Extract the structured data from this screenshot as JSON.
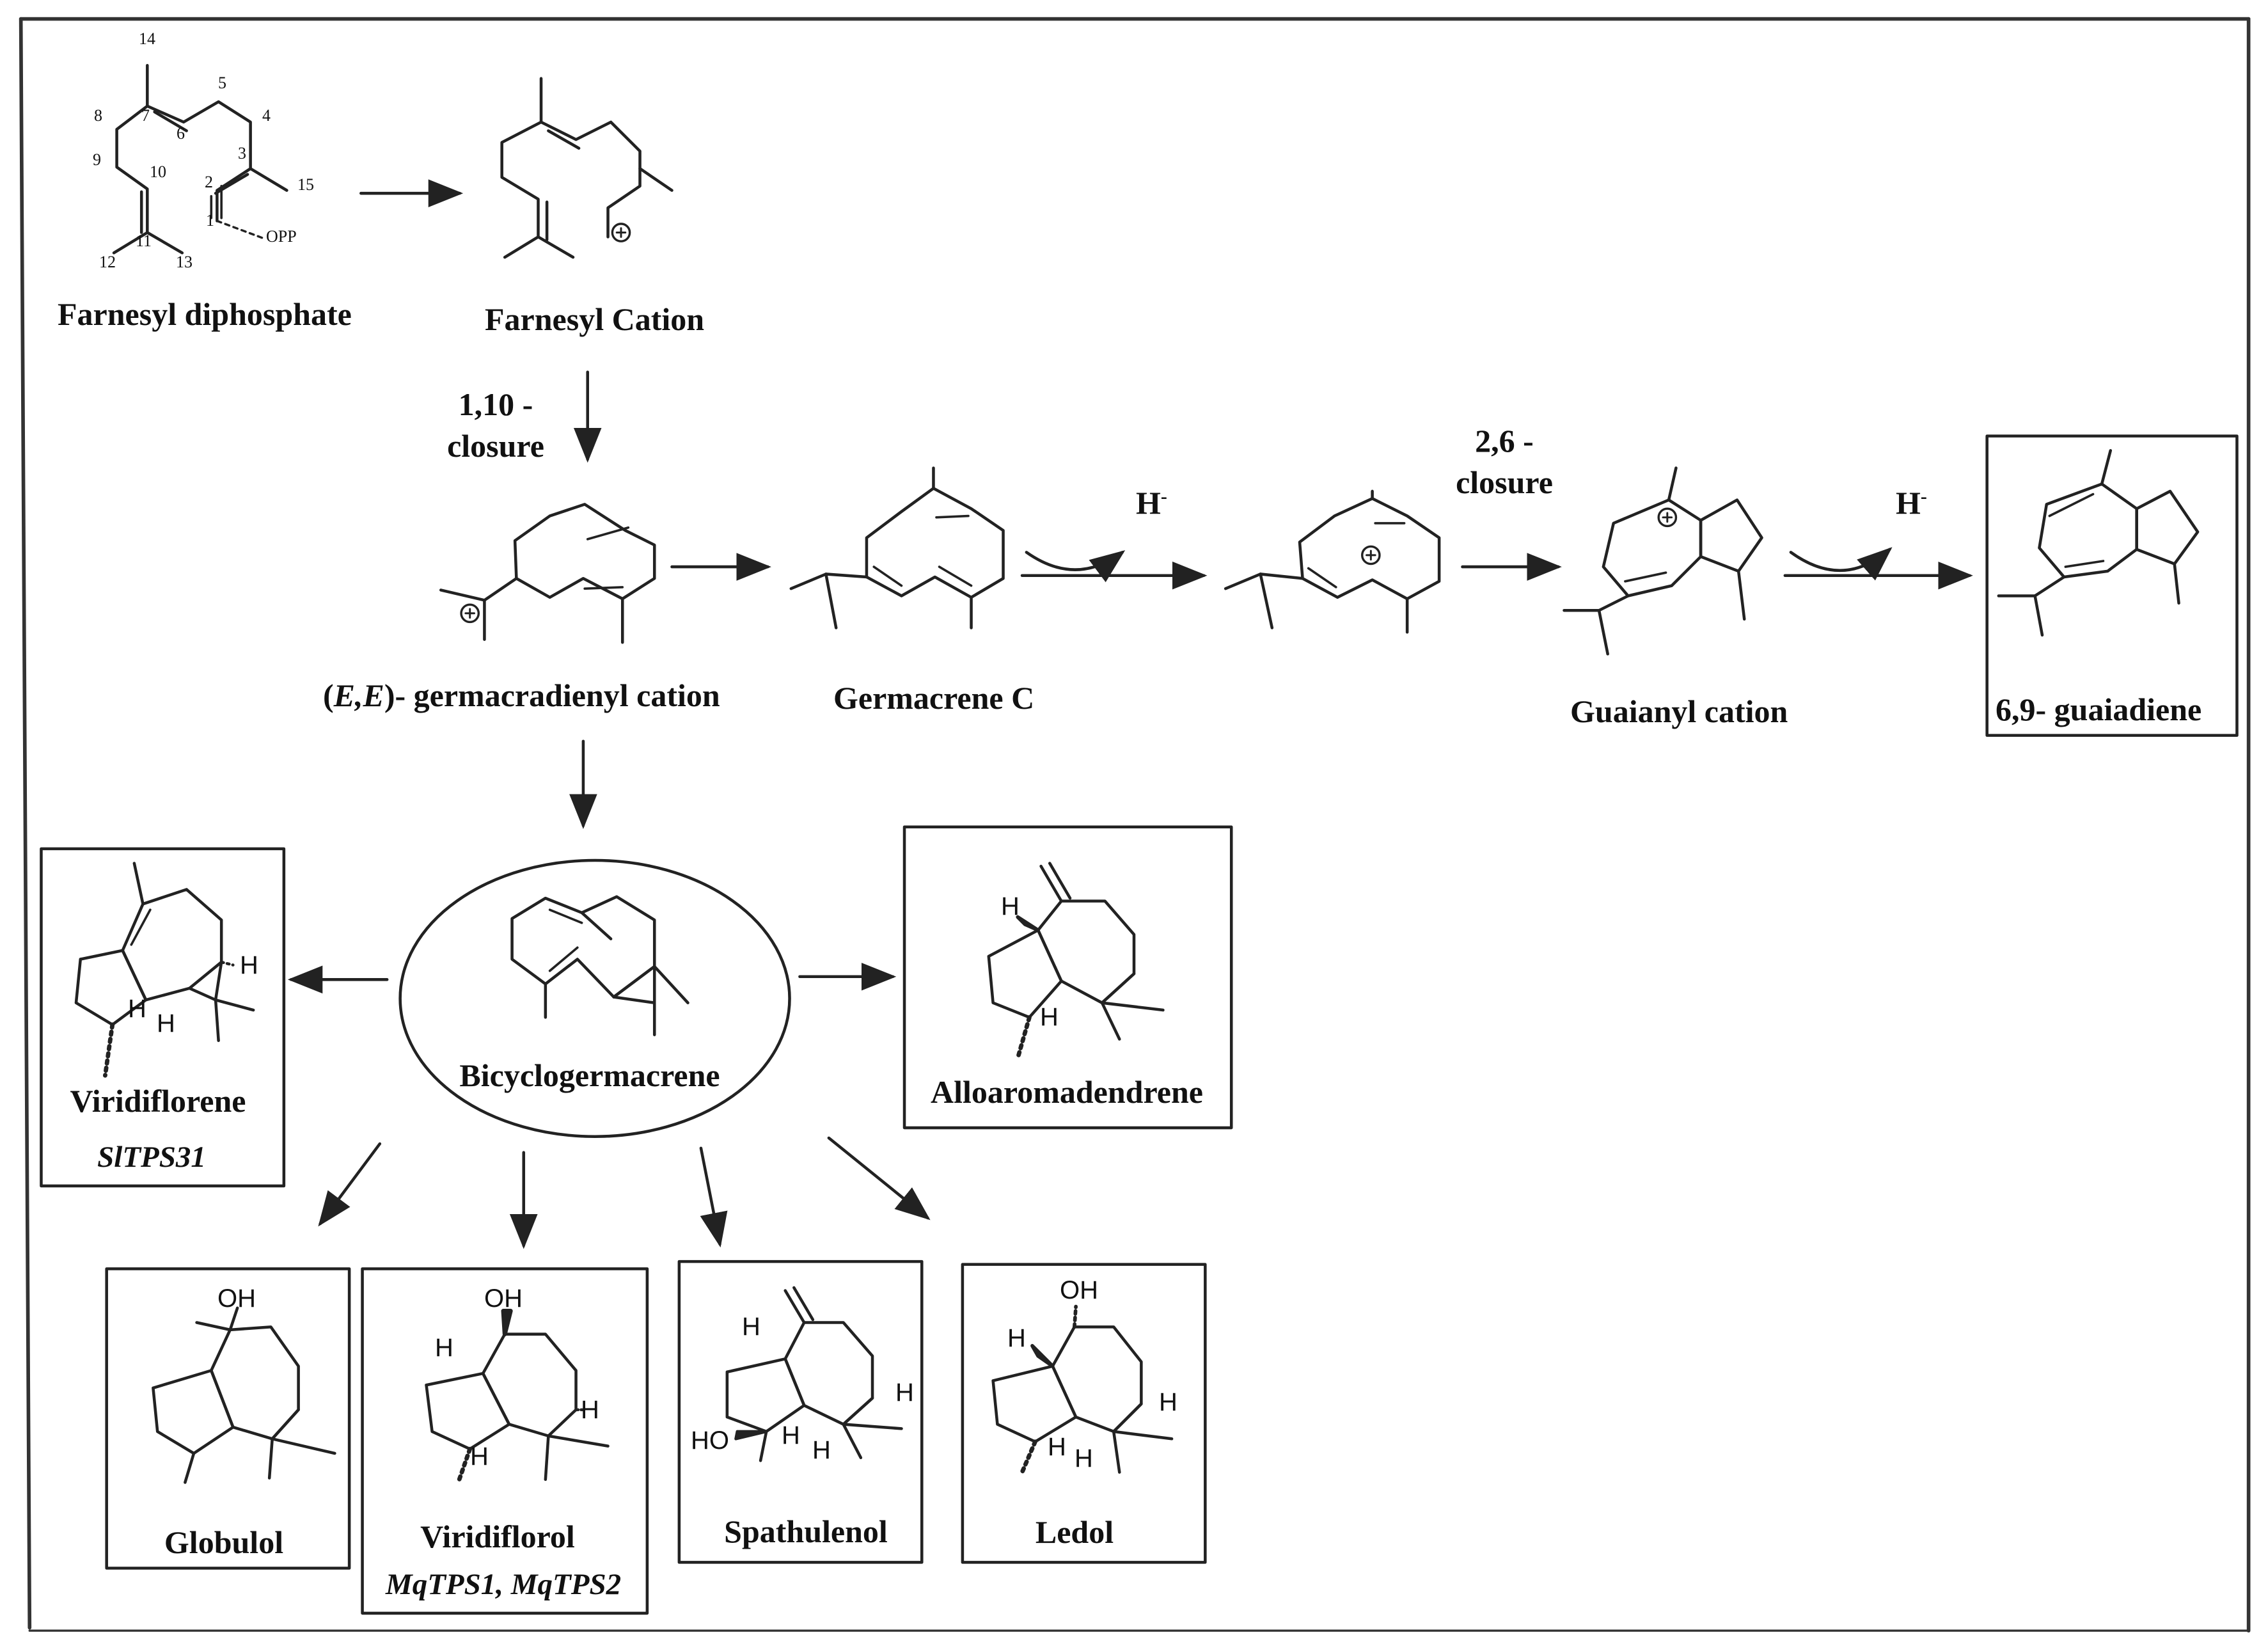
{
  "title": "",
  "labels": {
    "fpp": "Farnesyl diphosphate",
    "farnesyl_cation": "Farnesyl Cation",
    "closure_110_a": "1,10 -",
    "closure_110_b": "closure",
    "germacradienyl_a": "(",
    "germacradienyl_ee": "E,E",
    "germacradienyl_b": ")- germacradienyl  cation",
    "germacrene_c": "Germacrene  C",
    "hminus": "H",
    "hminus_sup": "-",
    "closure_26_a": "2,6 -",
    "closure_26_b": "closure",
    "guaianyl": "Guaianyl  cation",
    "guaiadiene": "6,9- guaiadiene",
    "bicyclogermacrene": "Bicyclogermacrene",
    "viridiflorene": "Viridiflorene",
    "viridiflorene_gene": "SlTPS31",
    "alloaromadendrene": "Alloaromadendrene",
    "globulol": "Globulol",
    "viridiflorol": "Viridiflorol",
    "viridiflorol_gene": "MqTPS1, MqTPS2",
    "spathulenol": "Spathulenol",
    "ledol": "Ledol"
  },
  "fpp_numbers": [
    "14",
    "5",
    "8",
    "7",
    "6",
    "4",
    "3",
    "9",
    "10",
    "2",
    "15",
    "1",
    "11",
    "OPP",
    "12",
    "13"
  ],
  "atoms": {
    "h": "H",
    "oh": "OH",
    "ho": "HO",
    "plus": "+"
  }
}
